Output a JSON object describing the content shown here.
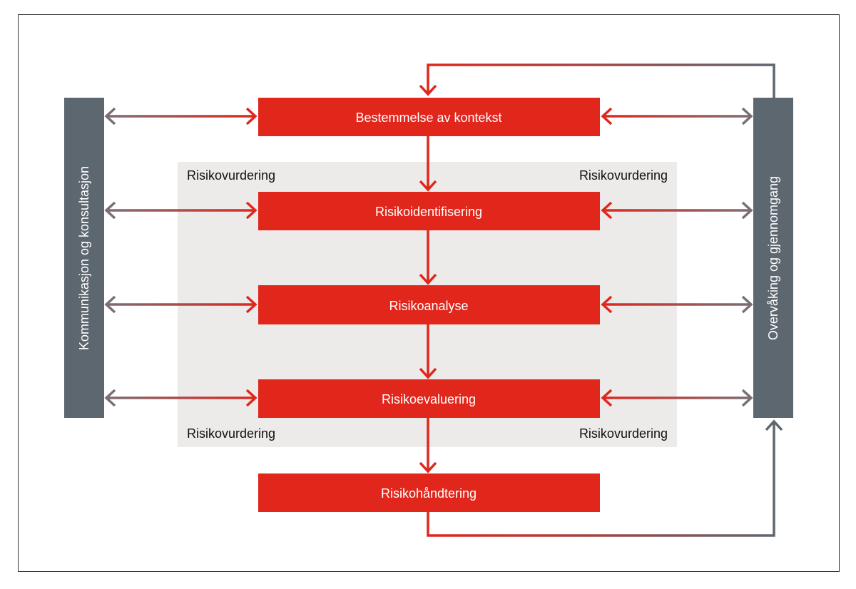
{
  "colors": {
    "red": "#e1261c",
    "slate": "#5d6770",
    "panel": "#edebe9",
    "arrow_gray": "#7a6f74",
    "frame": "#333333"
  },
  "left_bar": {
    "label": "Kommunikasjon og konsultasjon"
  },
  "right_bar": {
    "label": "Overvåking og gjennomgang"
  },
  "assessment_panel": {
    "label_top_left": "Risikovurdering",
    "label_top_right": "Risikovurdering",
    "label_bottom_left": "Risikovurdering",
    "label_bottom_right": "Risikovurdering"
  },
  "steps": [
    {
      "label": "Bestemmelse av kontekst"
    },
    {
      "label": "Risikoidentifisering"
    },
    {
      "label": "Risikoanalyse"
    },
    {
      "label": "Risikoevaluering"
    },
    {
      "label": "Risikohåndtering"
    }
  ]
}
